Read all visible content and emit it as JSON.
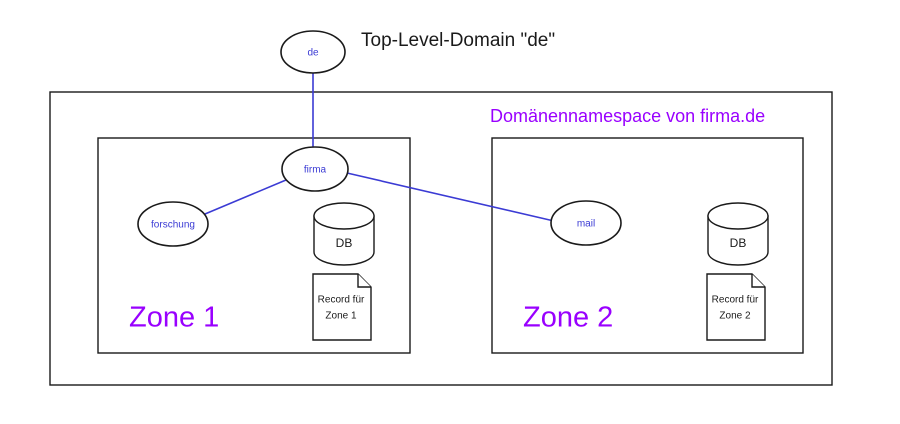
{
  "diagram": {
    "title": "Top-Level-Domain \"de\"",
    "namespace_label": "Domänennamespace von firma.de",
    "colors": {
      "node_label": "#3b3bd4",
      "edge": "#3b3bd4",
      "accent_purple": "#9900ff",
      "outline": "#1a1a1a",
      "background": "#ffffff"
    },
    "nodes": [
      {
        "id": "de",
        "label": "de",
        "type": "ellipse"
      },
      {
        "id": "firma",
        "label": "firma",
        "type": "ellipse"
      },
      {
        "id": "forschung",
        "label": "forschung",
        "type": "ellipse"
      },
      {
        "id": "mail",
        "label": "mail",
        "type": "ellipse"
      }
    ],
    "edges": [
      {
        "from": "de",
        "to": "firma"
      },
      {
        "from": "firma",
        "to": "forschung"
      },
      {
        "from": "firma",
        "to": "mail"
      }
    ],
    "zones": [
      {
        "id": "zone1",
        "label": "Zone 1",
        "database_label": "DB",
        "record_line1": "Record für",
        "record_line2": "Zone 1"
      },
      {
        "id": "zone2",
        "label": "Zone 2",
        "database_label": "DB",
        "record_line1": "Record für",
        "record_line2": "Zone 2"
      }
    ]
  }
}
